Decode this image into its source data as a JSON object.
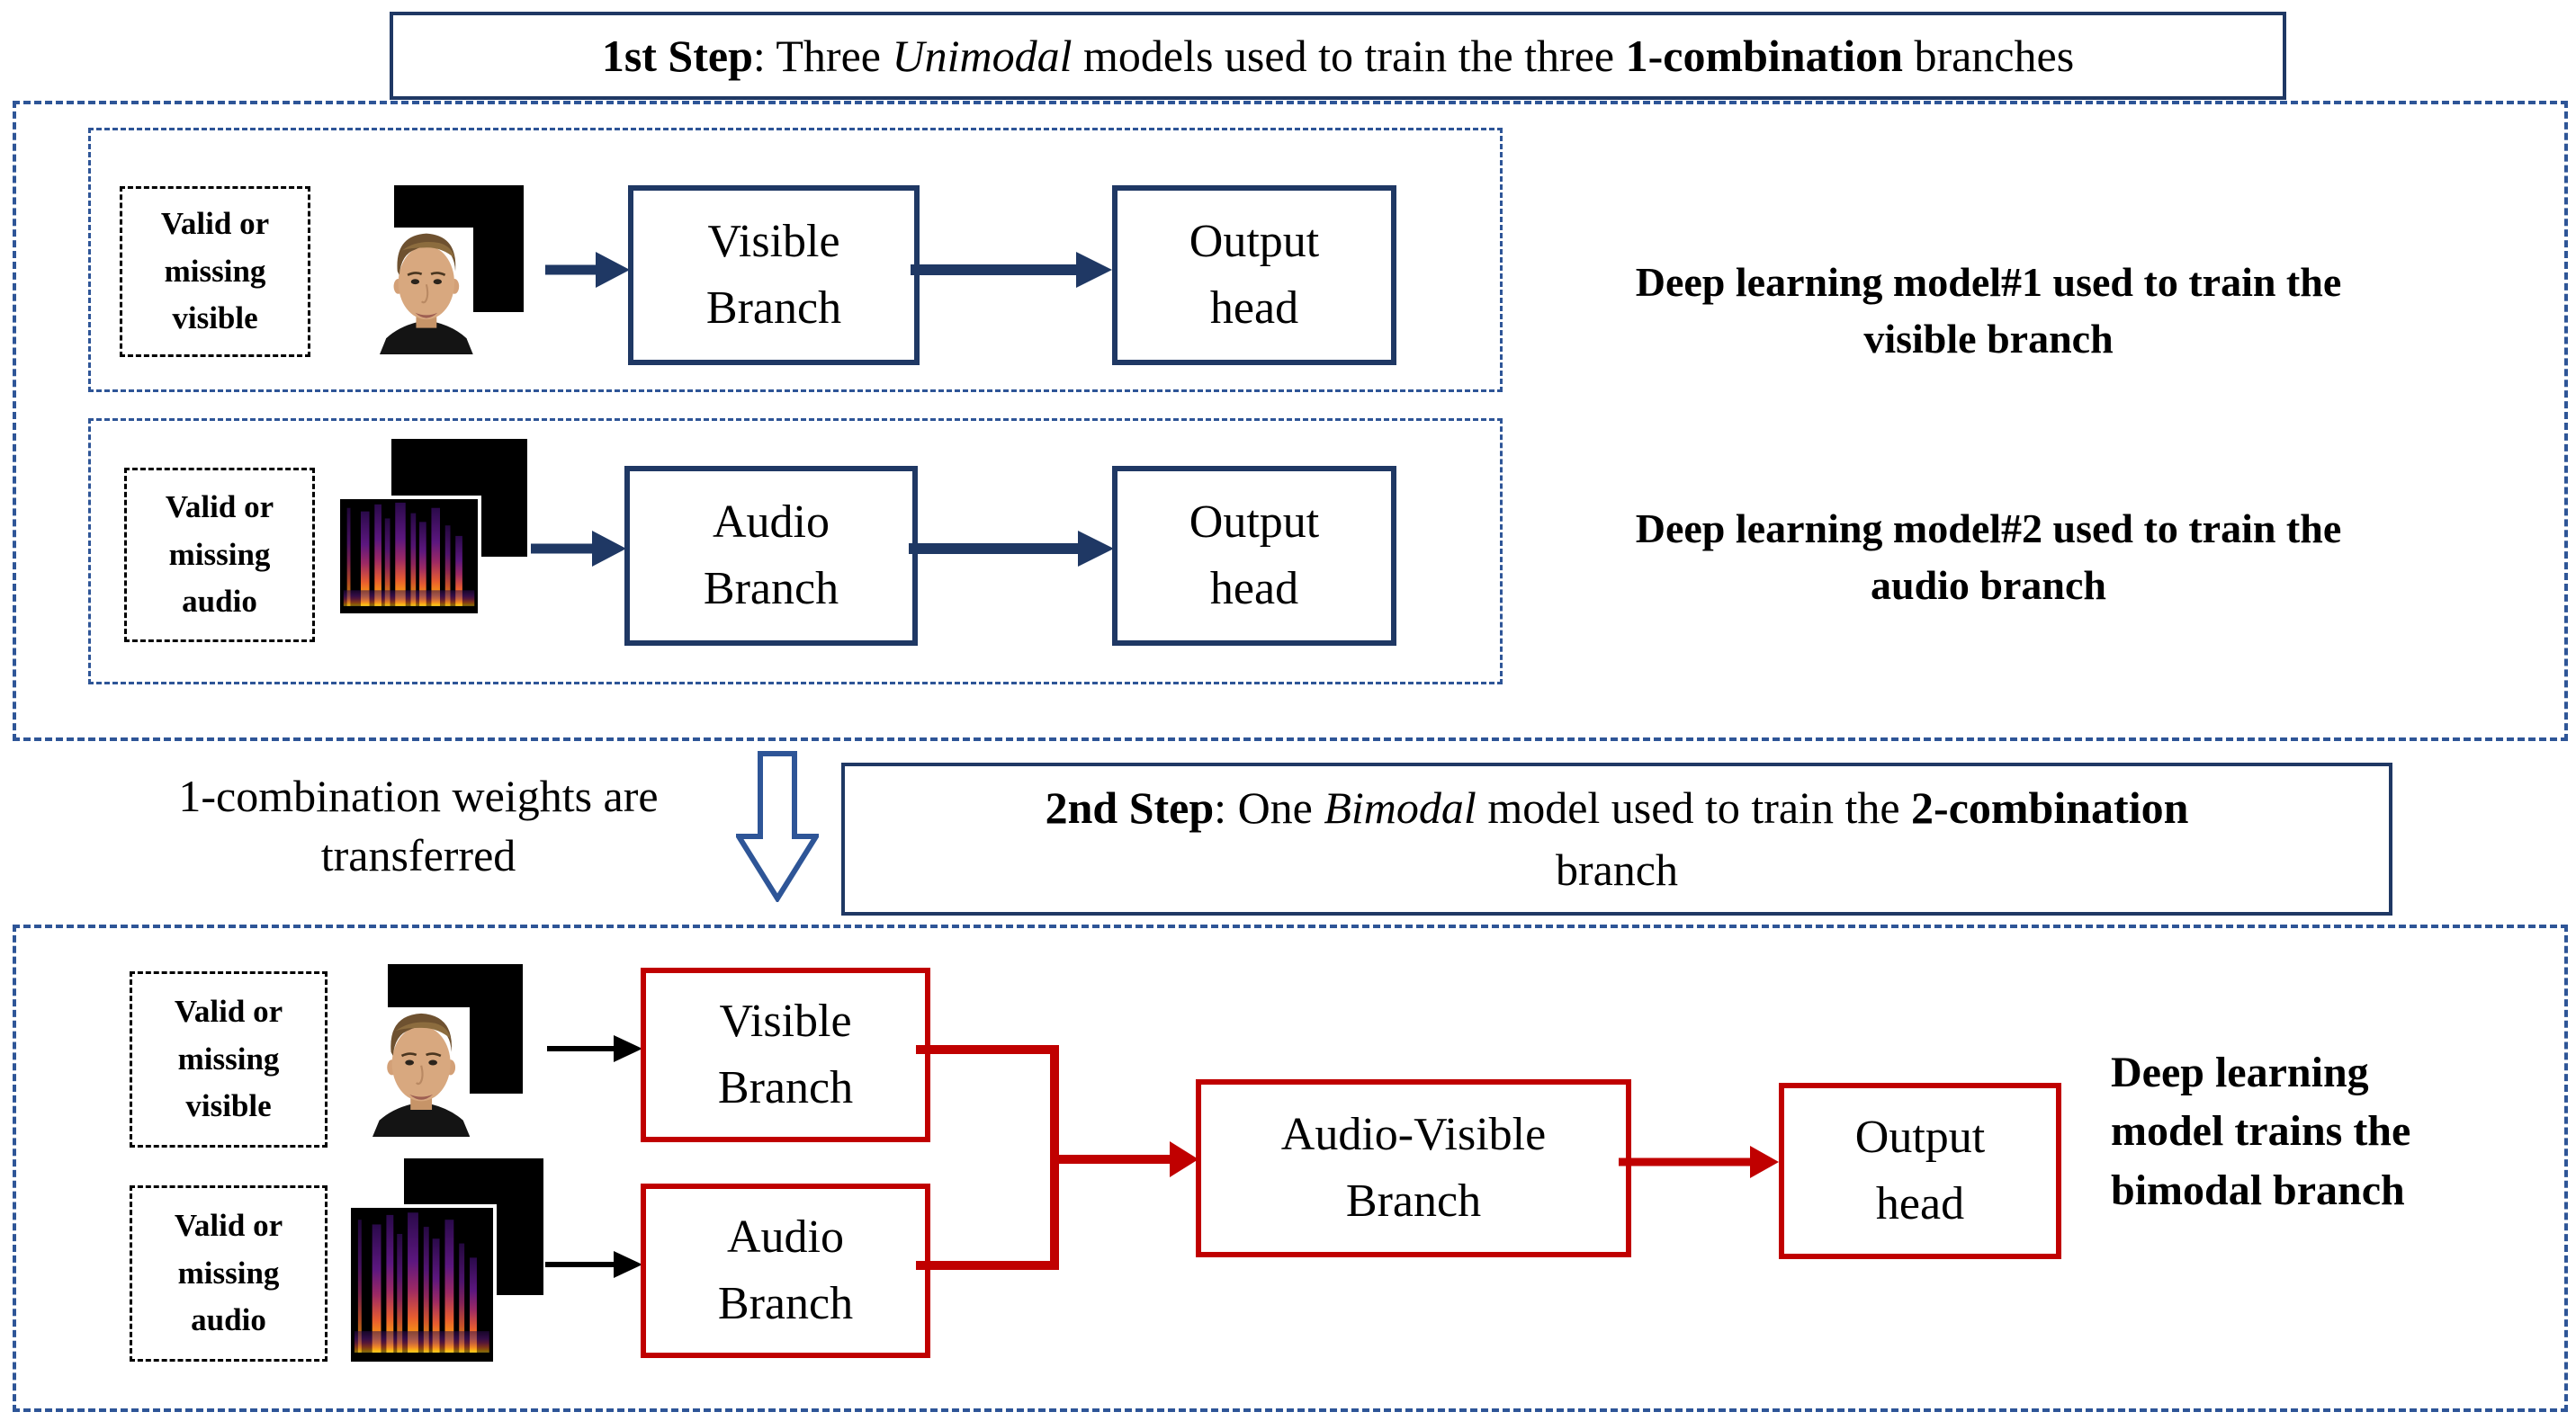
{
  "colors": {
    "navy": "#1f3864",
    "dashed_blue": "#2e5597",
    "red": "#c00000",
    "arrow_black": "#000000"
  },
  "step1": {
    "title": {
      "step": "1st Step",
      "after_step": ": Three ",
      "italic": "Unimodal",
      "middle": " models used to train the three ",
      "bold": "1-combination",
      "end": " branches"
    },
    "rows": [
      {
        "valid_lines": [
          "Valid or",
          "missing",
          "visible"
        ],
        "branch_lines": [
          "Visible",
          "Branch"
        ],
        "output_lines": [
          "Output",
          "head"
        ],
        "caption_lines": [
          "Deep learning model#1 used to train the",
          "visible branch"
        ]
      },
      {
        "valid_lines": [
          "Valid or",
          "missing",
          "audio"
        ],
        "branch_lines": [
          "Audio",
          "Branch"
        ],
        "output_lines": [
          "Output",
          "head"
        ],
        "caption_lines": [
          "Deep learning model#2 used to train the",
          "audio branch"
        ]
      }
    ]
  },
  "transfer_note": {
    "lines": [
      "1-combination weights are",
      "transferred"
    ]
  },
  "step2": {
    "title": {
      "step": "2nd Step",
      "after_step": ": One ",
      "italic": "Bimodal",
      "middle": " model used to train the ",
      "bold": "2-combination",
      "line2": "branch"
    },
    "visible_row": {
      "valid_lines": [
        "Valid or",
        "missing",
        "visible"
      ],
      "branch_lines": [
        "Visible",
        "Branch"
      ]
    },
    "audio_row": {
      "valid_lines": [
        "Valid or",
        "missing",
        "audio"
      ],
      "branch_lines": [
        "Audio",
        "Branch"
      ]
    },
    "fusion": {
      "branch_lines": [
        "Audio-Visible",
        "Branch"
      ]
    },
    "output": {
      "lines": [
        "Output",
        "head"
      ]
    },
    "caption_lines": [
      "Deep learning",
      "model trains the",
      "bimodal branch"
    ]
  }
}
